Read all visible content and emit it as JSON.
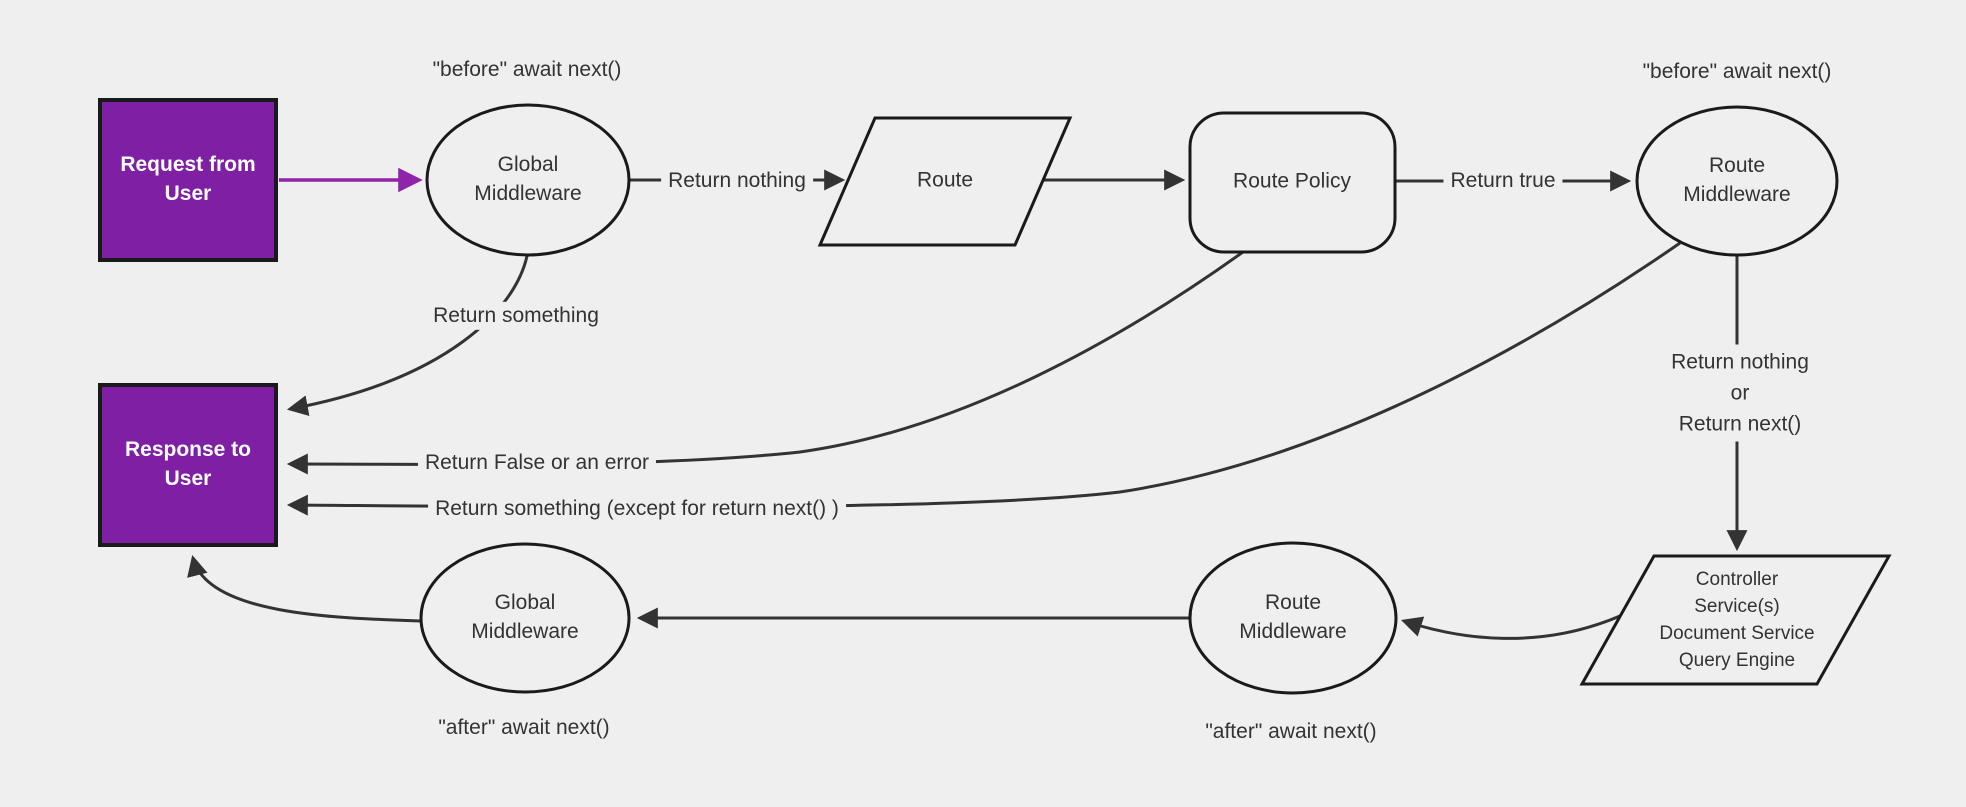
{
  "diagram": {
    "nodes": {
      "request": {
        "label": "Request from User"
      },
      "response": {
        "label": "Response to User"
      },
      "global_middleware_top": {
        "label": "Global Middleware"
      },
      "route": {
        "label": "Route"
      },
      "route_policy": {
        "label": "Route Policy"
      },
      "route_middleware_top": {
        "label": "Route Middleware"
      },
      "route_middleware_bottom": {
        "label": "Route Middleware"
      },
      "global_middleware_bottom": {
        "label": "Global Middleware"
      },
      "controller": {
        "lines": [
          "Controller",
          "Service(s)",
          "Document Service",
          "Query Engine"
        ]
      }
    },
    "edge_labels": {
      "before_top_left": "\"before\" await next()",
      "before_top_right": "\"before\" await next()",
      "after_bottom_left": "\"after\" await next()",
      "after_bottom_right": "\"after\" await next()",
      "return_nothing": "Return nothing",
      "return_true": "Return true",
      "return_something": "Return something",
      "return_false": "Return False or an error",
      "return_something_except": "Return something (except for return next() )",
      "return_nothing_or_next": {
        "lines": [
          "Return nothing",
          "or",
          "Return next()"
        ]
      }
    },
    "colors": {
      "background": "#efefef",
      "node_fill": "#efefef",
      "node_border": "#1a1a1a",
      "purple_fill": "#7e1fa4",
      "purple_arrow": "#8e24aa",
      "edge": "#333333",
      "text": "#333333",
      "text_on_purple": "#ffffff"
    }
  }
}
